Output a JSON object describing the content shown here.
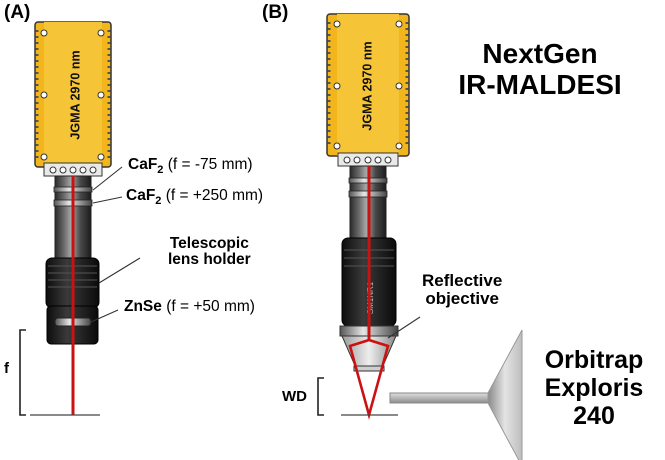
{
  "panel_a": {
    "label": "(A)"
  },
  "panel_b": {
    "label": "(B)"
  },
  "laser": {
    "model": "JGMA 2970 nm"
  },
  "beam_color": "#cc1111",
  "housing_color": "#f2b51c",
  "title": {
    "line1": "NextGen",
    "line2": "IR-MALDESI"
  },
  "annotations": {
    "caf2_neg": {
      "name": "CaF",
      "sub": "2",
      "spec": " (f = -75 mm)"
    },
    "caf2_pos": {
      "name": "CaF",
      "sub": "2",
      "spec": " (f = +250 mm)"
    },
    "telescopic": {
      "line1": "Telescopic",
      "line2": "lens holder"
    },
    "znse": {
      "name": "ZnSe",
      "spec": " (f = +50 mm)"
    },
    "reflective": {
      "line1": "Reflective",
      "line2": "objective"
    },
    "focal": "f",
    "working_distance": "WD",
    "lens_mount_text": "SM1NR1"
  },
  "ms": {
    "line1": "Orbitrap",
    "line2": "Exploris",
    "line3": "240"
  }
}
